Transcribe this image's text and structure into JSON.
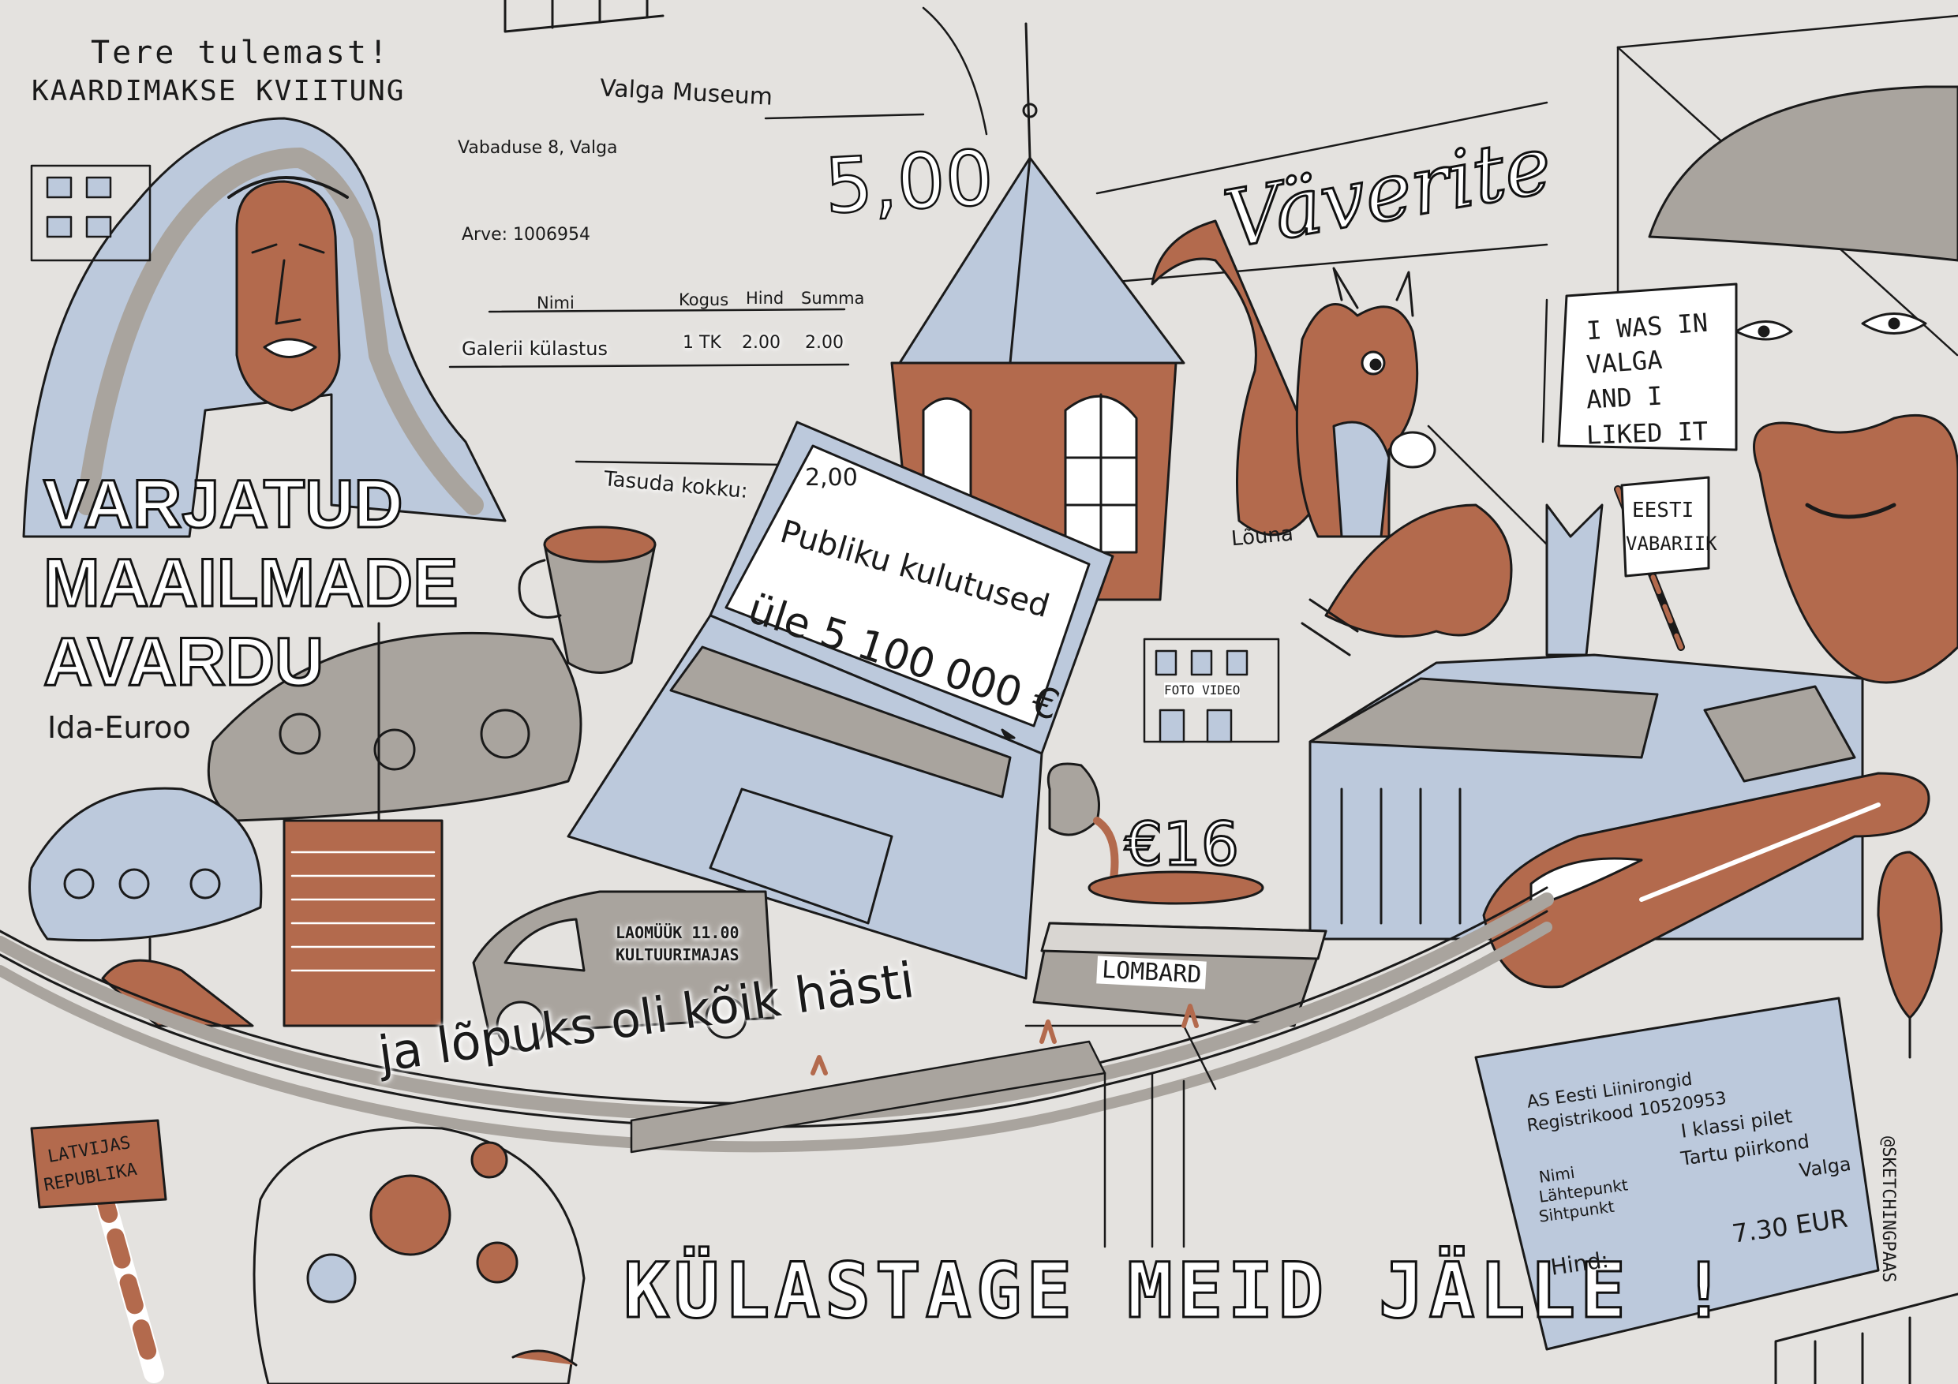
{
  "colors": {
    "background": "#e4e2df",
    "rust": "#b36a4d",
    "blue": "#bcc9dc",
    "grey": "#a9a49e",
    "ink": "#1a1a1a"
  },
  "receipt": {
    "greeting": "Tere tulemast!",
    "title": "KAARDIMAKSE KVIITUNG",
    "shop": "Valga Museum",
    "address": "Vabaduse 8, Valga",
    "invoice": "Arve: 1006954",
    "big_total": "5,00",
    "headers": [
      "Nimi",
      "Kogus",
      "Hind",
      "Summa"
    ],
    "row": [
      "Galerii külastus",
      "1 TK",
      "2.00",
      "2.00"
    ],
    "total_label": "Tasuda kokku:",
    "total_value": "2,00"
  },
  "slogans": {
    "vaverite": "Väverite",
    "liked": [
      "I WAS IN",
      "VALGA",
      "AND I",
      "LIKED IT"
    ],
    "exhibit": [
      "VARJATUD",
      "MAAILMADE",
      "AVARDU"
    ],
    "exhibit_sub": "Ida-Euroo",
    "end": "ja lõpuks oli kõik hästi",
    "visit_again": "KÜLASTAGE MEID JÄLLE !"
  },
  "laptop": {
    "line1": "Publiku kulutused",
    "line2": "üle 5 100 000 €"
  },
  "signs": {
    "eesti": [
      "EESTI",
      "VABARIIK"
    ],
    "latvia": [
      "LATVIJAS",
      "REPUBLIKA"
    ],
    "squirrel_caption": "Lõuna",
    "foto_video": "FOTO VIDEO",
    "price16": "€16",
    "lombard": "LOMBARD",
    "van": [
      "LAOMÜÜK 11.00",
      "KULTUURIMAJAS"
    ]
  },
  "ticket": {
    "company": "AS Eesti Liinirongid",
    "regcode": "Registrikood 10520953",
    "class": "I klassi pilet",
    "labels": [
      "Nimi",
      "Lähtepunkt",
      "Sihtpunkt"
    ],
    "from": "Tartu piirkond",
    "to": "Valga",
    "price_label": "Hind:",
    "price": "7.30 EUR"
  },
  "signature": "@SKETCHINGPAAS",
  "icons": [
    "squirrel-icon",
    "cup-icon",
    "cat-umbrella-icon",
    "mickey-umbrella-icon",
    "church-icon",
    "tower-icon",
    "train-icon",
    "van-icon",
    "laptop-icon",
    "tree-icon",
    "nun-statue-icon",
    "bearded-face-icon"
  ]
}
